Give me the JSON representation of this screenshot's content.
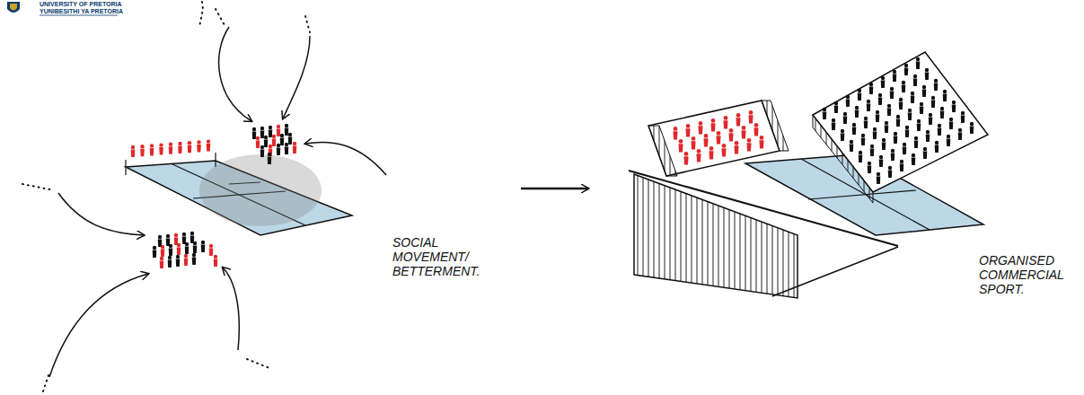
{
  "diagram": {
    "labels": [
      "UNIVERSITY OF PRETORIA",
      "YUNIBESITHI YA PRETORIA",
      "SOCIAL MOVEMENT/ BETTERMENT.",
      "ORGANISED COMMERCIAL SPORT."
    ]
  }
}
